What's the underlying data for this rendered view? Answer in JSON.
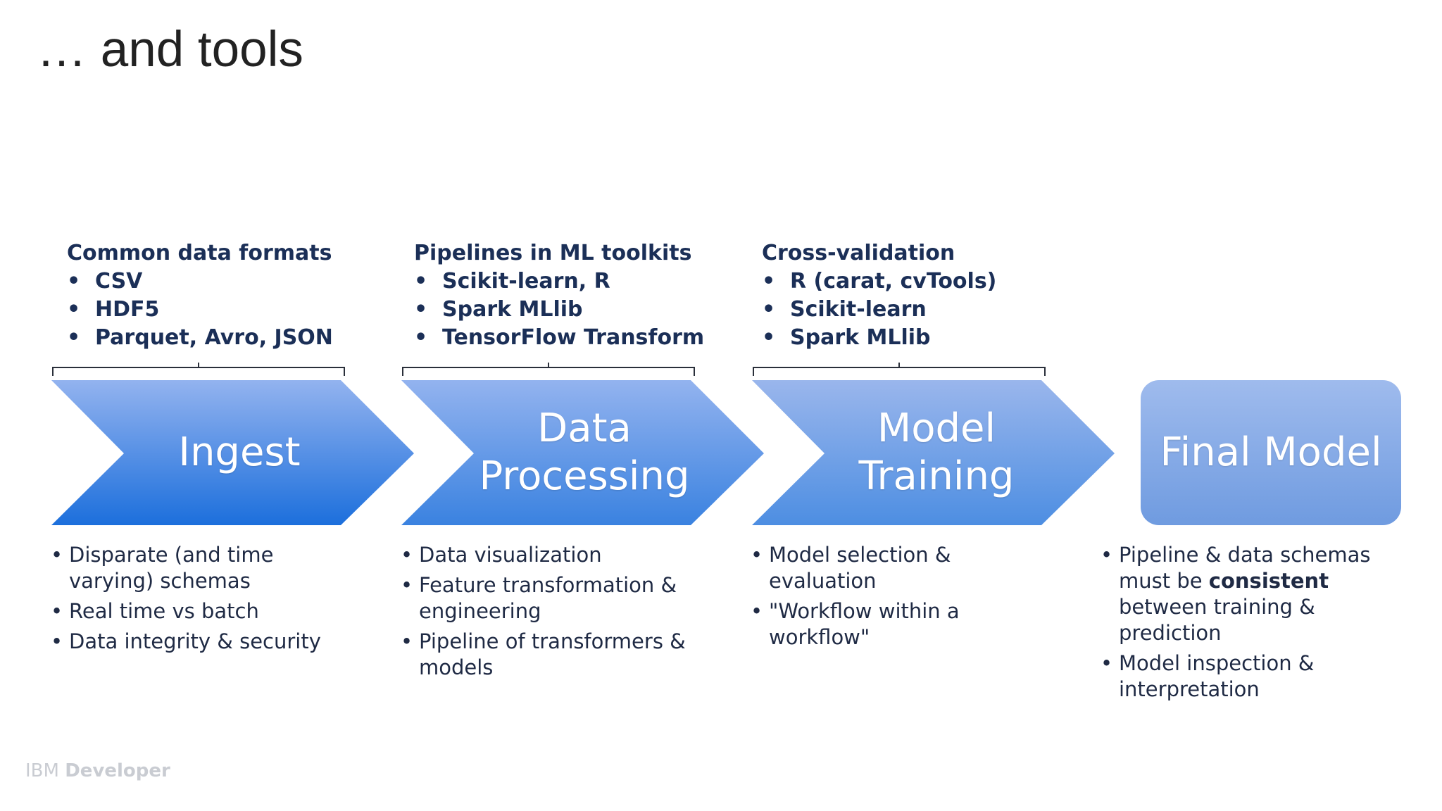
{
  "slide": {
    "title": "… and tools",
    "logo_ibm": "IBM",
    "logo_developer": "Developer"
  },
  "tool_groups": [
    {
      "heading": "Common data formats",
      "items": [
        "CSV",
        "HDF5",
        "Parquet, Avro, JSON"
      ]
    },
    {
      "heading": "Pipelines in ML toolkits",
      "items": [
        "Scikit-learn, R",
        "Spark MLlib",
        "TensorFlow Transform"
      ]
    },
    {
      "heading": "Cross-validation",
      "items": [
        "R (carat, cvTools)",
        "Scikit-learn",
        "Spark MLlib"
      ]
    }
  ],
  "stages": [
    {
      "line1": "Ingest",
      "line2": ""
    },
    {
      "line1": "Data",
      "line2": "Processing"
    },
    {
      "line1": "Model",
      "line2": "Training"
    },
    {
      "line1": "Final Model",
      "line2": ""
    }
  ],
  "notes": [
    [
      "Disparate (and time varying) schemas",
      "Real time vs batch",
      "Data integrity & security"
    ],
    [
      "Data visualization",
      "Feature transformation & engineering",
      "Pipeline of transformers & models"
    ],
    [
      "Model selection & evaluation",
      "\"Workflow within a workflow\""
    ],
    [
      {
        "before": "Pipeline & data schemas must be ",
        "bold": "consistent",
        "after": " between training & prediction"
      },
      "Model inspection & interpretation"
    ]
  ],
  "colors": {
    "arrow_top": "#8fb0ee",
    "arrow_bottom": "#1c6fdc",
    "final_top": "#9ab8ec",
    "final_bottom": "#6f9be0",
    "tool_text": "#1b2f57",
    "brace": "#2a2f3a"
  }
}
